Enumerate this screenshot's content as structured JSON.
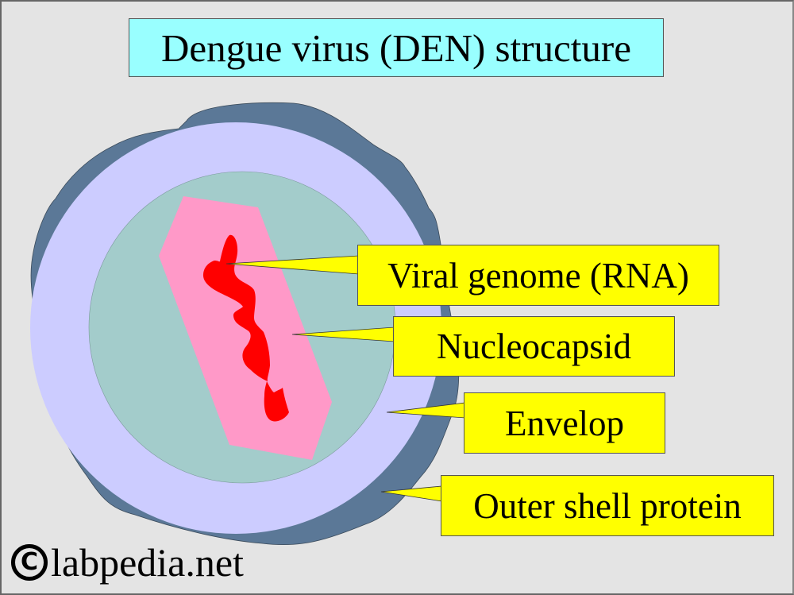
{
  "title": "Dengue virus (DEN) structure",
  "labels": {
    "viral_genome": "Viral genome (RNA)",
    "nucleocapsid": "Nucleocapsid",
    "envelop": "Envelop",
    "outer_shell": "Outer shell protein"
  },
  "watermark": {
    "icon": "copyright-icon",
    "symbol": "C",
    "text": "labpedia.net"
  },
  "colors": {
    "background": "#e4e4e4",
    "title_box": "#99ffff",
    "label_box": "#ffff00",
    "outer_shell": "#5b7897",
    "envelope": "#ccccff",
    "interior": "#a3cccb",
    "nucleocapsid": "#ff99c8",
    "genome": "#ff0000"
  }
}
